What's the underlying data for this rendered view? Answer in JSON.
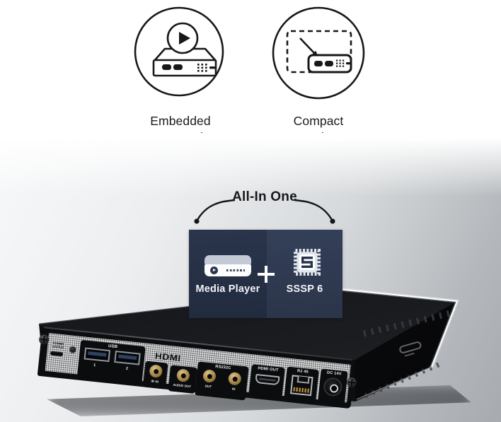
{
  "features": [
    {
      "icon": "embedded-content-play-icon",
      "label": "Embedded Content Play"
    },
    {
      "icon": "compact-design-icon",
      "label": "Compact Design"
    }
  ],
  "all_in_one": {
    "label": "All-In One"
  },
  "combo_box": {
    "left": {
      "icon": "media-player-icon",
      "label": "Media Player"
    },
    "plus": "+",
    "right": {
      "icon": "sssp-chip-icon",
      "label": "SSSP 6",
      "logo_letter": "S"
    }
  },
  "device_panel": {
    "power_status": "POWER STATUS",
    "usb": {
      "label": "USB",
      "port1": "1",
      "port2": "2"
    },
    "hdmi_logo": "HDMI",
    "jacks": {
      "ir_in": "IR IN",
      "audio_out": "AUDIO OUT"
    },
    "rs232c": {
      "label": "RS232C",
      "out": "OUT",
      "in": "IN"
    },
    "hdmi_out": "HDMI OUT",
    "rj45": "RJ 45",
    "dc": "DC 14V"
  },
  "colors": {
    "box_left": "#2a354c",
    "box_right": "#343f59",
    "icon_stroke": "#17181a",
    "text": "#1b1c1e",
    "jack_gold": "#a6854a"
  }
}
